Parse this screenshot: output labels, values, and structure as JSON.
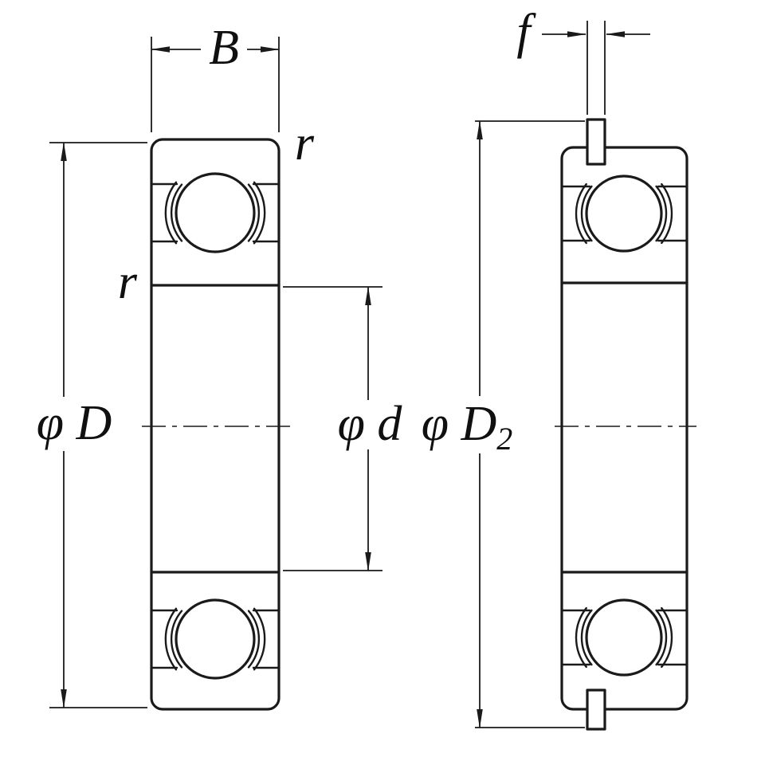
{
  "diagram": {
    "colors": {
      "line": "#1a1a1a",
      "background": "#ffffff"
    },
    "labels": {
      "width": "B",
      "chamfer": "r",
      "outer_diameter": "φ D",
      "bore_diameter": "φ d",
      "snap_ring_diameter_main": "φ D",
      "snap_ring_diameter_sub": "2",
      "snap_ring_width": "f"
    }
  }
}
